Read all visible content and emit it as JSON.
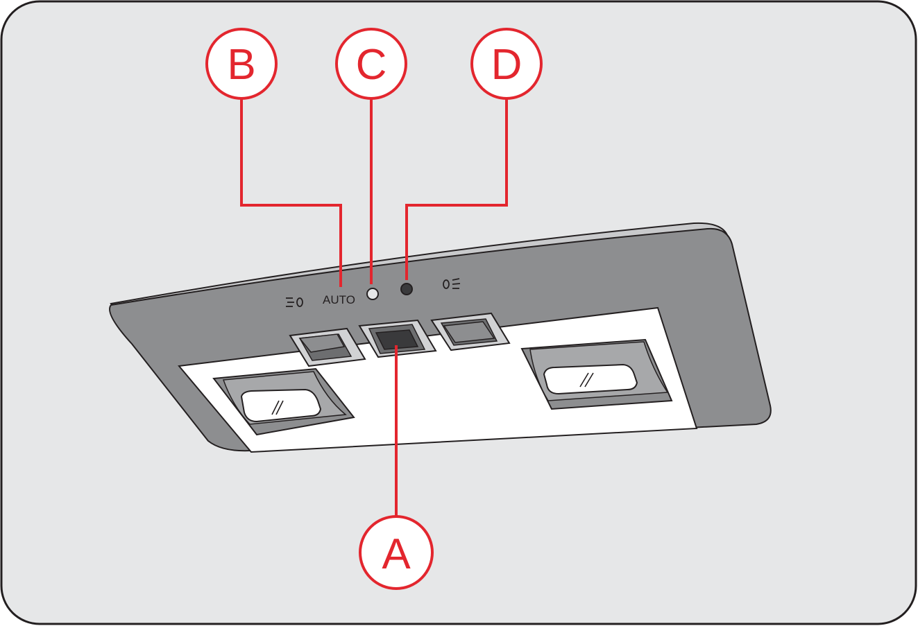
{
  "diagram": {
    "callouts": [
      {
        "id": "A",
        "label": "A",
        "target": "center-switch"
      },
      {
        "id": "B",
        "label": "B",
        "target": "auto-label"
      },
      {
        "id": "C",
        "label": "C",
        "target": "light-sensor"
      },
      {
        "id": "D",
        "label": "D",
        "target": "indicator-light"
      }
    ],
    "panel_labels": {
      "auto": "AUTO"
    },
    "icons": {
      "left_lamp": "lamp-beam-left-icon",
      "right_lamp": "lamp-beam-right-icon",
      "mirror": "mirror-glass-icon"
    },
    "colors": {
      "background": "#e6e7e8",
      "frame_stroke": "#231f20",
      "console_body": "#8d8e90",
      "console_rim": "#c9cacc",
      "panel_face": "#ffffff",
      "switch_dark": "#3a3a3c",
      "callout": "#e3262e"
    }
  }
}
